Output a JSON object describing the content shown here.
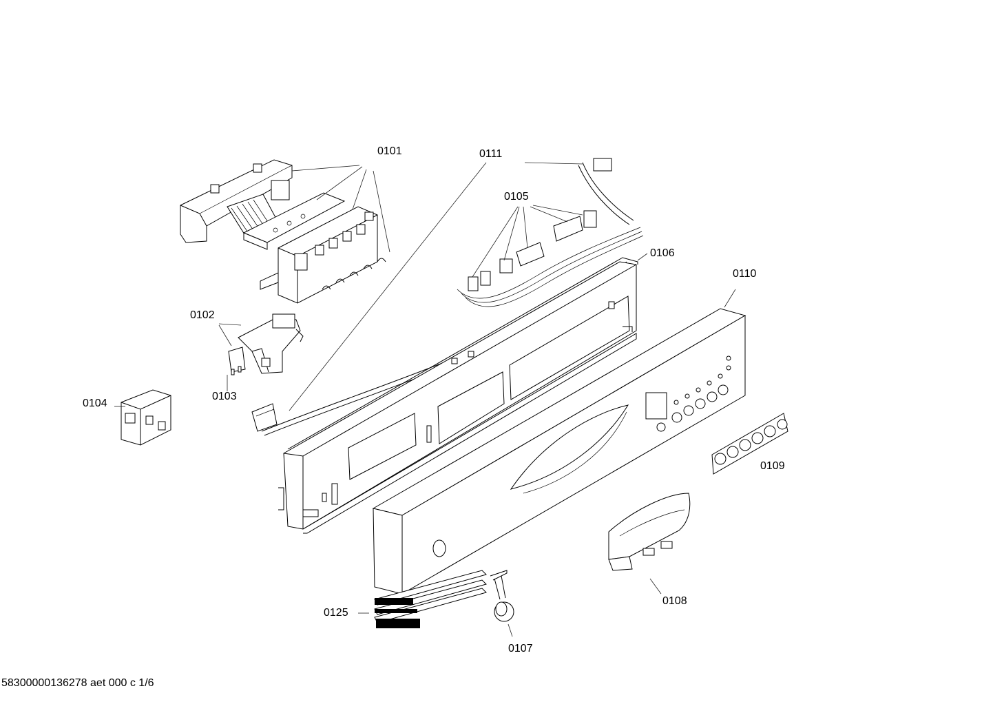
{
  "callouts": {
    "c0101": "0101",
    "c0111": "0111",
    "c0105": "0105",
    "c0106": "0106",
    "c0110": "0110",
    "c0102": "0102",
    "c0103": "0103",
    "c0104": "0104",
    "c0109": "0109",
    "c0108": "0108",
    "c0125": "0125",
    "c0107": "0107"
  },
  "footer": "58300000136278 aet 000 c 1/6"
}
